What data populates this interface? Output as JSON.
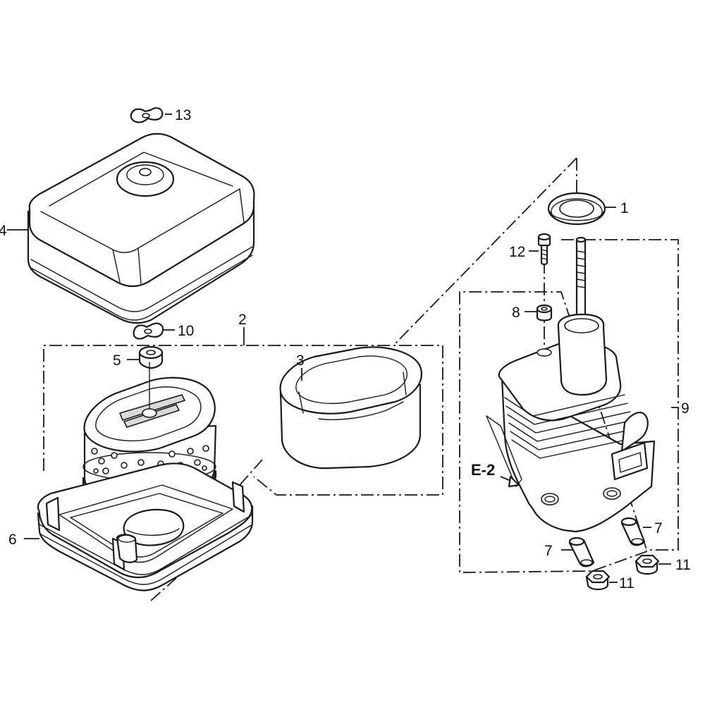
{
  "callouts": [
    {
      "id": "c1",
      "label": "1"
    },
    {
      "id": "c2",
      "label": "2"
    },
    {
      "id": "c3",
      "label": "3"
    },
    {
      "id": "c4",
      "label": "4"
    },
    {
      "id": "c5",
      "label": "5"
    },
    {
      "id": "c6",
      "label": "6"
    },
    {
      "id": "c7a",
      "label": "7"
    },
    {
      "id": "c7b",
      "label": "7"
    },
    {
      "id": "c8",
      "label": "8"
    },
    {
      "id": "c9",
      "label": "9"
    },
    {
      "id": "c10",
      "label": "10"
    },
    {
      "id": "c11a",
      "label": "11"
    },
    {
      "id": "c11b",
      "label": "11"
    },
    {
      "id": "c12",
      "label": "12"
    },
    {
      "id": "c13",
      "label": "13"
    }
  ],
  "reference": {
    "label": "E-2"
  }
}
